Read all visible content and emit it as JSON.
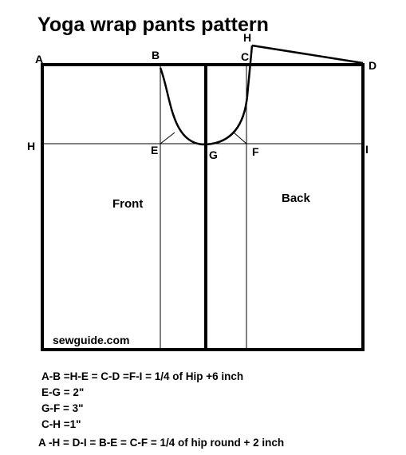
{
  "title": "Yoga wrap pants pattern",
  "points": {
    "A": "A",
    "B": "B",
    "C": "C",
    "D": "D",
    "H_top": "H",
    "H_left": "H",
    "E": "E",
    "G": "G",
    "F": "F",
    "I": "I"
  },
  "regions": {
    "front": "Front",
    "back": "Back"
  },
  "watermark": "sewguide.com",
  "formulas": [
    "A-B =H-E = C-D =F-I =   1/4 of Hip +6  inch",
    "E-G = 2\"",
    "G-F = 3\"",
    "C-H =1\"",
    "A -H = D-I = B-E = C-F = 1/4 of hip round + 2 inch"
  ],
  "colors": {
    "line": "#000000",
    "background": "#ffffff"
  }
}
